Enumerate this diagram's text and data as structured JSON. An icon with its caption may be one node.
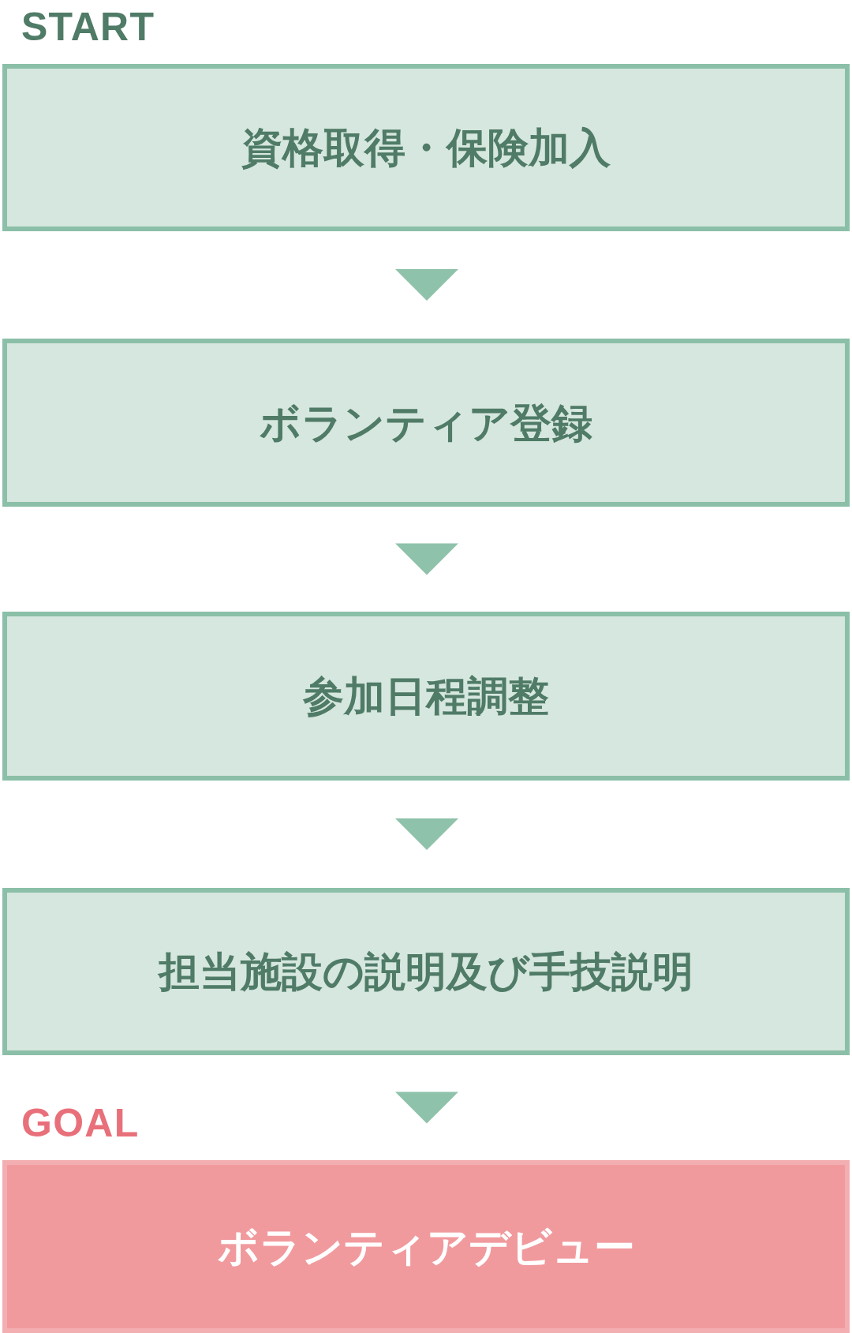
{
  "diagram": {
    "nodes": [
      {
        "text": [
          "START",
          "資格取得・保険加入"
        ]
      },
      {
        "text": [
          "ボランティア登録"
        ]
      },
      {
        "text": [
          "参加日程調整"
        ]
      },
      {
        "text": [
          "担当施設の説明及び手技説明"
        ]
      },
      {
        "text": [
          "GOAL",
          "ボランティアデビュー"
        ]
      }
    ],
    "edges": [
      {
        "from": 0,
        "to": 1,
        "arrow": "to"
      },
      {
        "from": 1,
        "to": 2,
        "arrow": "to"
      },
      {
        "from": 2,
        "to": 3,
        "arrow": "to"
      },
      {
        "from": 3,
        "to": 4,
        "arrow": "to"
      }
    ]
  }
}
